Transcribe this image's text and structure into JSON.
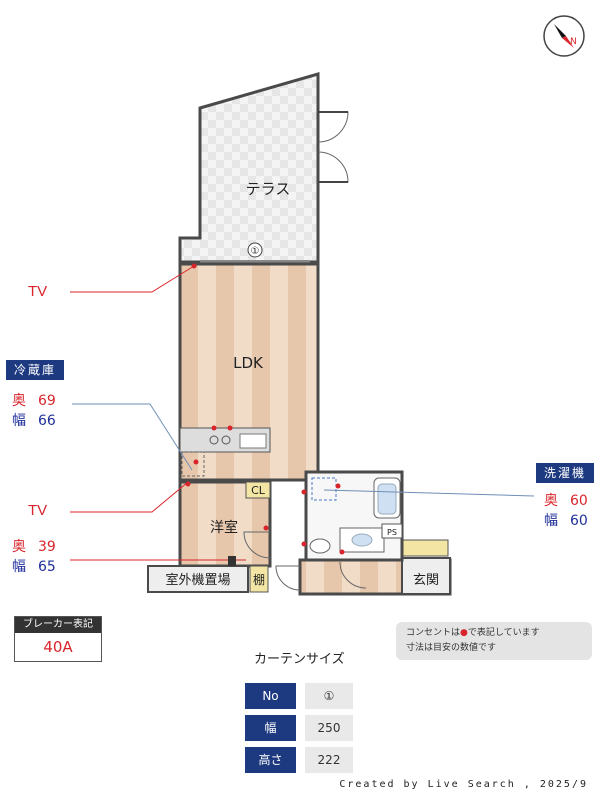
{
  "rooms": {
    "terrace": "テラス",
    "ldk": "LDK",
    "western_room": "洋室",
    "closet": "CL",
    "outdoor_unit": "室外機置場",
    "shelf": "棚",
    "entrance": "玄関",
    "ps": "PS",
    "window_number": "①"
  },
  "compass": {
    "letter": "N"
  },
  "tv_labels": [
    "TV",
    "TV"
  ],
  "fridge": {
    "title": "冷蔵庫",
    "depth_label": "奥",
    "depth": "69",
    "width_label": "幅",
    "width": "66"
  },
  "room_measure": {
    "depth_label": "奥",
    "depth": "39",
    "width_label": "幅",
    "width": "65"
  },
  "washer": {
    "title": "洗濯機",
    "depth_label": "奥",
    "depth": "60",
    "width_label": "幅",
    "width": "60"
  },
  "breaker": {
    "title": "ブレーカー表記",
    "value": "40A"
  },
  "note": {
    "line1_pre": "コンセントは",
    "line1_mark": "●",
    "line1_post": "で表記しています",
    "line2": "寸法は目安の数値です"
  },
  "curtain": {
    "title": "カーテンサイズ",
    "rows": [
      {
        "key": "No",
        "value": "①"
      },
      {
        "key": "幅",
        "value": "250"
      },
      {
        "key": "高さ",
        "value": "222"
      }
    ]
  },
  "credit": "Created by Live Search , 2025/9",
  "colors": {
    "accent": "#1d3a80",
    "outlet": "#d8242b",
    "floor": "#ecd1b8",
    "wall": "#4a4a4a"
  }
}
